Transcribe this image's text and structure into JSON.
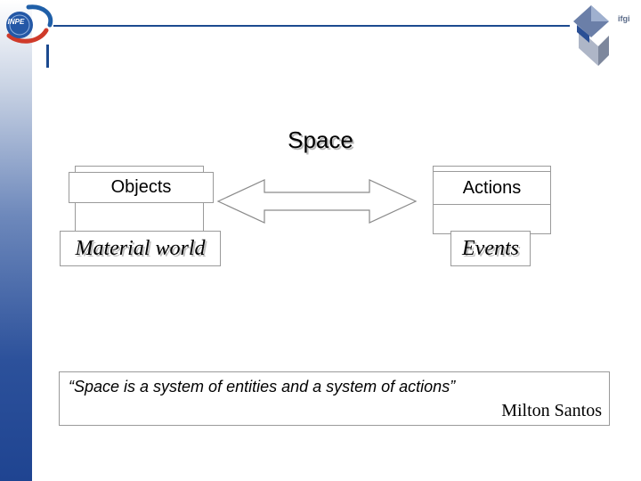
{
  "header": {
    "left_logo_text": "INPE",
    "right_logo_text": "ifgi",
    "accent_color": "#1c4a8f",
    "icons": [
      "inpe-logo-icon",
      "ifgi-logo-icon"
    ]
  },
  "diagram": {
    "title": "Space",
    "left_concept": "Objects",
    "left_example": "Material world",
    "right_concept": "Actions",
    "right_example": "Events",
    "connector": "double-headed-arrow"
  },
  "quote": {
    "text": "“Space is a system of entities and a system of actions”",
    "author": "Milton Santos"
  }
}
